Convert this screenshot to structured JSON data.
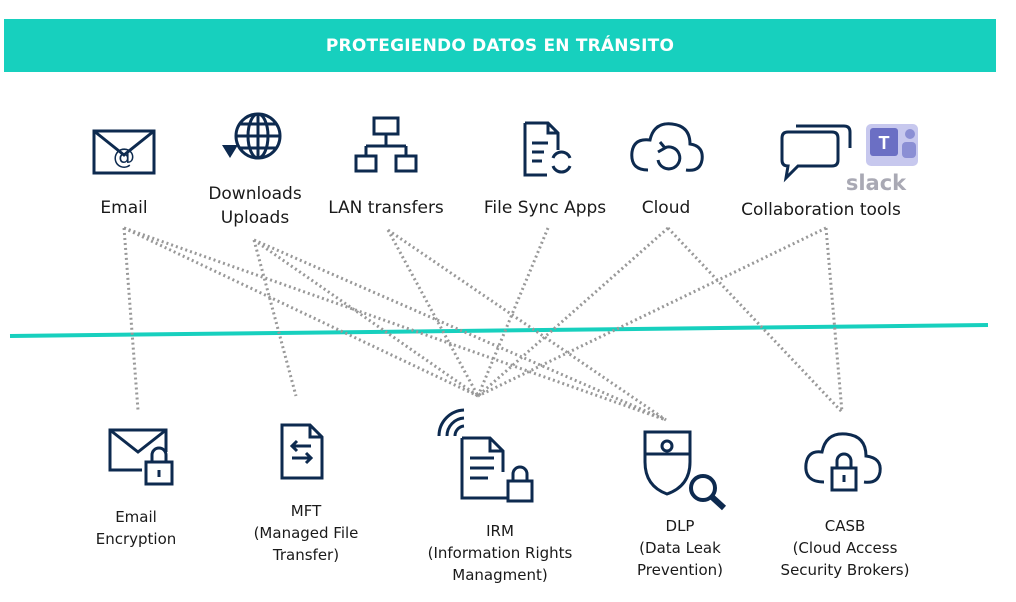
{
  "title": "PROTEGIENDO DATOS EN TRÁNSITO",
  "colors": {
    "accent": "#17d0be",
    "icon": "#0d2a4f",
    "connector": "#999999",
    "teams": "#6b6fc4",
    "slack": "#a9a9b4"
  },
  "sources": [
    {
      "id": "email",
      "icon": "email-at-icon",
      "lines": [
        "Email"
      ]
    },
    {
      "id": "downloads",
      "icon": "globe-arrow-icon",
      "lines": [
        "Downloads",
        "Uploads"
      ]
    },
    {
      "id": "lan",
      "icon": "network-hierarchy-icon",
      "lines": [
        "LAN transfers"
      ]
    },
    {
      "id": "filesync",
      "icon": "file-sync-icon",
      "lines": [
        "File Sync Apps"
      ]
    },
    {
      "id": "cloud",
      "icon": "cloud-sync-icon",
      "lines": [
        "Cloud"
      ]
    },
    {
      "id": "collab",
      "icon": "chat-bubbles-icon",
      "lines": [
        "Collaboration tools"
      ],
      "logos": {
        "teams": "teams-logo-icon",
        "slack": "slack"
      }
    }
  ],
  "solutions": [
    {
      "id": "email_enc",
      "icon": "envelope-lock-icon",
      "lines": [
        "Email",
        "Encryption"
      ]
    },
    {
      "id": "mft",
      "icon": "file-transfer-icon",
      "lines": [
        "MFT",
        "(Managed File",
        "Transfer)"
      ]
    },
    {
      "id": "irm",
      "icon": "document-lock-wifi-icon",
      "lines": [
        "IRM",
        "(Information Rights",
        "Managment)"
      ]
    },
    {
      "id": "dlp",
      "icon": "shield-magnifier-icon",
      "lines": [
        "DLP",
        "(Data Leak",
        "Prevention)"
      ]
    },
    {
      "id": "casb",
      "icon": "cloud-lock-icon",
      "lines": [
        "CASB",
        "(Cloud Access",
        "Security Brokers)"
      ]
    }
  ],
  "connections": [
    [
      "email",
      "email_enc"
    ],
    [
      "email",
      "irm"
    ],
    [
      "email",
      "dlp"
    ],
    [
      "downloads",
      "mft"
    ],
    [
      "downloads",
      "irm"
    ],
    [
      "downloads",
      "dlp"
    ],
    [
      "lan",
      "irm"
    ],
    [
      "lan",
      "dlp"
    ],
    [
      "filesync",
      "irm"
    ],
    [
      "cloud",
      "irm"
    ],
    [
      "cloud",
      "casb"
    ],
    [
      "collab",
      "irm"
    ],
    [
      "collab",
      "casb"
    ]
  ]
}
